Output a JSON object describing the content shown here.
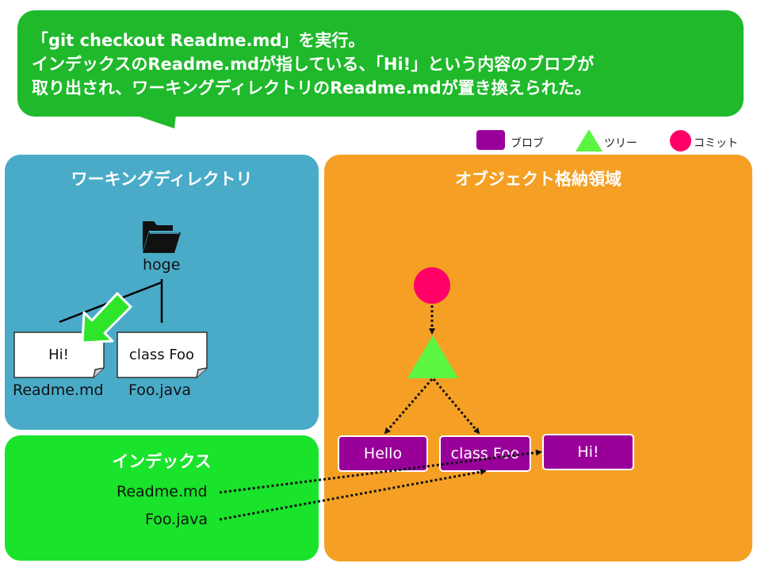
{
  "callout": {
    "lines": [
      "「git checkout Readme.md」を実行。",
      "インデックスのReadme.mdが指している、「Hi!」という内容のブロブが",
      "取り出され、ワーキングディレクトリのReadme.mdが置き換えられた。"
    ]
  },
  "legend": {
    "blob": "ブロブ",
    "tree": "ツリー",
    "commit": "コミット"
  },
  "working_directory": {
    "title": "ワーキングディレクトリ",
    "folder": "hoge",
    "files": [
      {
        "content": "Hi!",
        "name": "Readme.md"
      },
      {
        "content": "class Foo",
        "name": "Foo.java"
      }
    ]
  },
  "index": {
    "title": "インデックス",
    "entries": [
      "Readme.md",
      "Foo.java"
    ]
  },
  "object_store": {
    "title": "オブジェクト格納領域",
    "blobs": [
      "Hello",
      "class Foo",
      "Hi!"
    ]
  },
  "colors": {
    "callout": "#1fb92b",
    "working_directory": "#4aabc8",
    "index": "#19e32a",
    "object_store": "#f5a024",
    "blob": "#990099",
    "tree": "#5cf542",
    "commit": "#ff0066"
  }
}
